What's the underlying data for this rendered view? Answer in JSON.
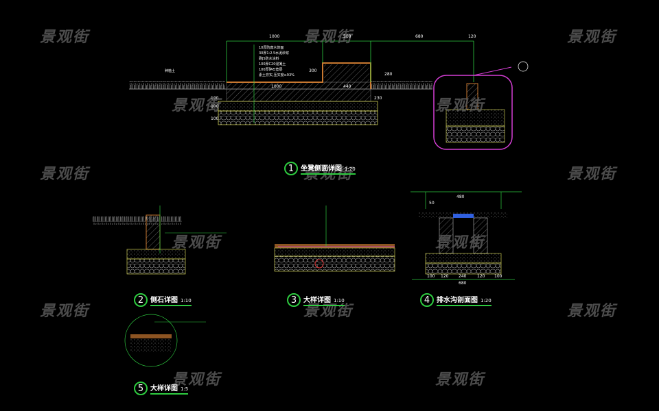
{
  "watermark": "景观街",
  "titles": [
    {
      "num": "1",
      "text": "坐凳侧面详图",
      "scale": "1:20"
    },
    {
      "num": "2",
      "text": "侧石详图",
      "scale": "1:10"
    },
    {
      "num": "3",
      "text": "大样详图",
      "scale": "1:10"
    },
    {
      "num": "4",
      "text": "排水沟剖面图",
      "scale": "1:20"
    },
    {
      "num": "5",
      "text": "大样详图",
      "scale": "1:5"
    }
  ],
  "dims_main": [
    "1000",
    "500",
    "680",
    "120",
    "1000",
    "440",
    "300",
    "100",
    "100",
    "100",
    "280",
    "230"
  ],
  "notes_main": [
    "10厚防腐木饰面",
    "30厚1:2.5水泥砂浆",
    "刷JS防水涂料",
    "100厚C20混凝土",
    "100厚碎石垫层",
    "素土夯实,压实度≥93%"
  ],
  "label_grass": "种植土",
  "dims_4": [
    "480",
    "50",
    "100",
    "120",
    "240",
    "120",
    "100",
    "680"
  ],
  "colors": {
    "line": "#2ecc40",
    "hatch": "#c8c8c8",
    "accent": "#d63fd6",
    "brown": "#c87830",
    "yellow": "#e8e860"
  }
}
